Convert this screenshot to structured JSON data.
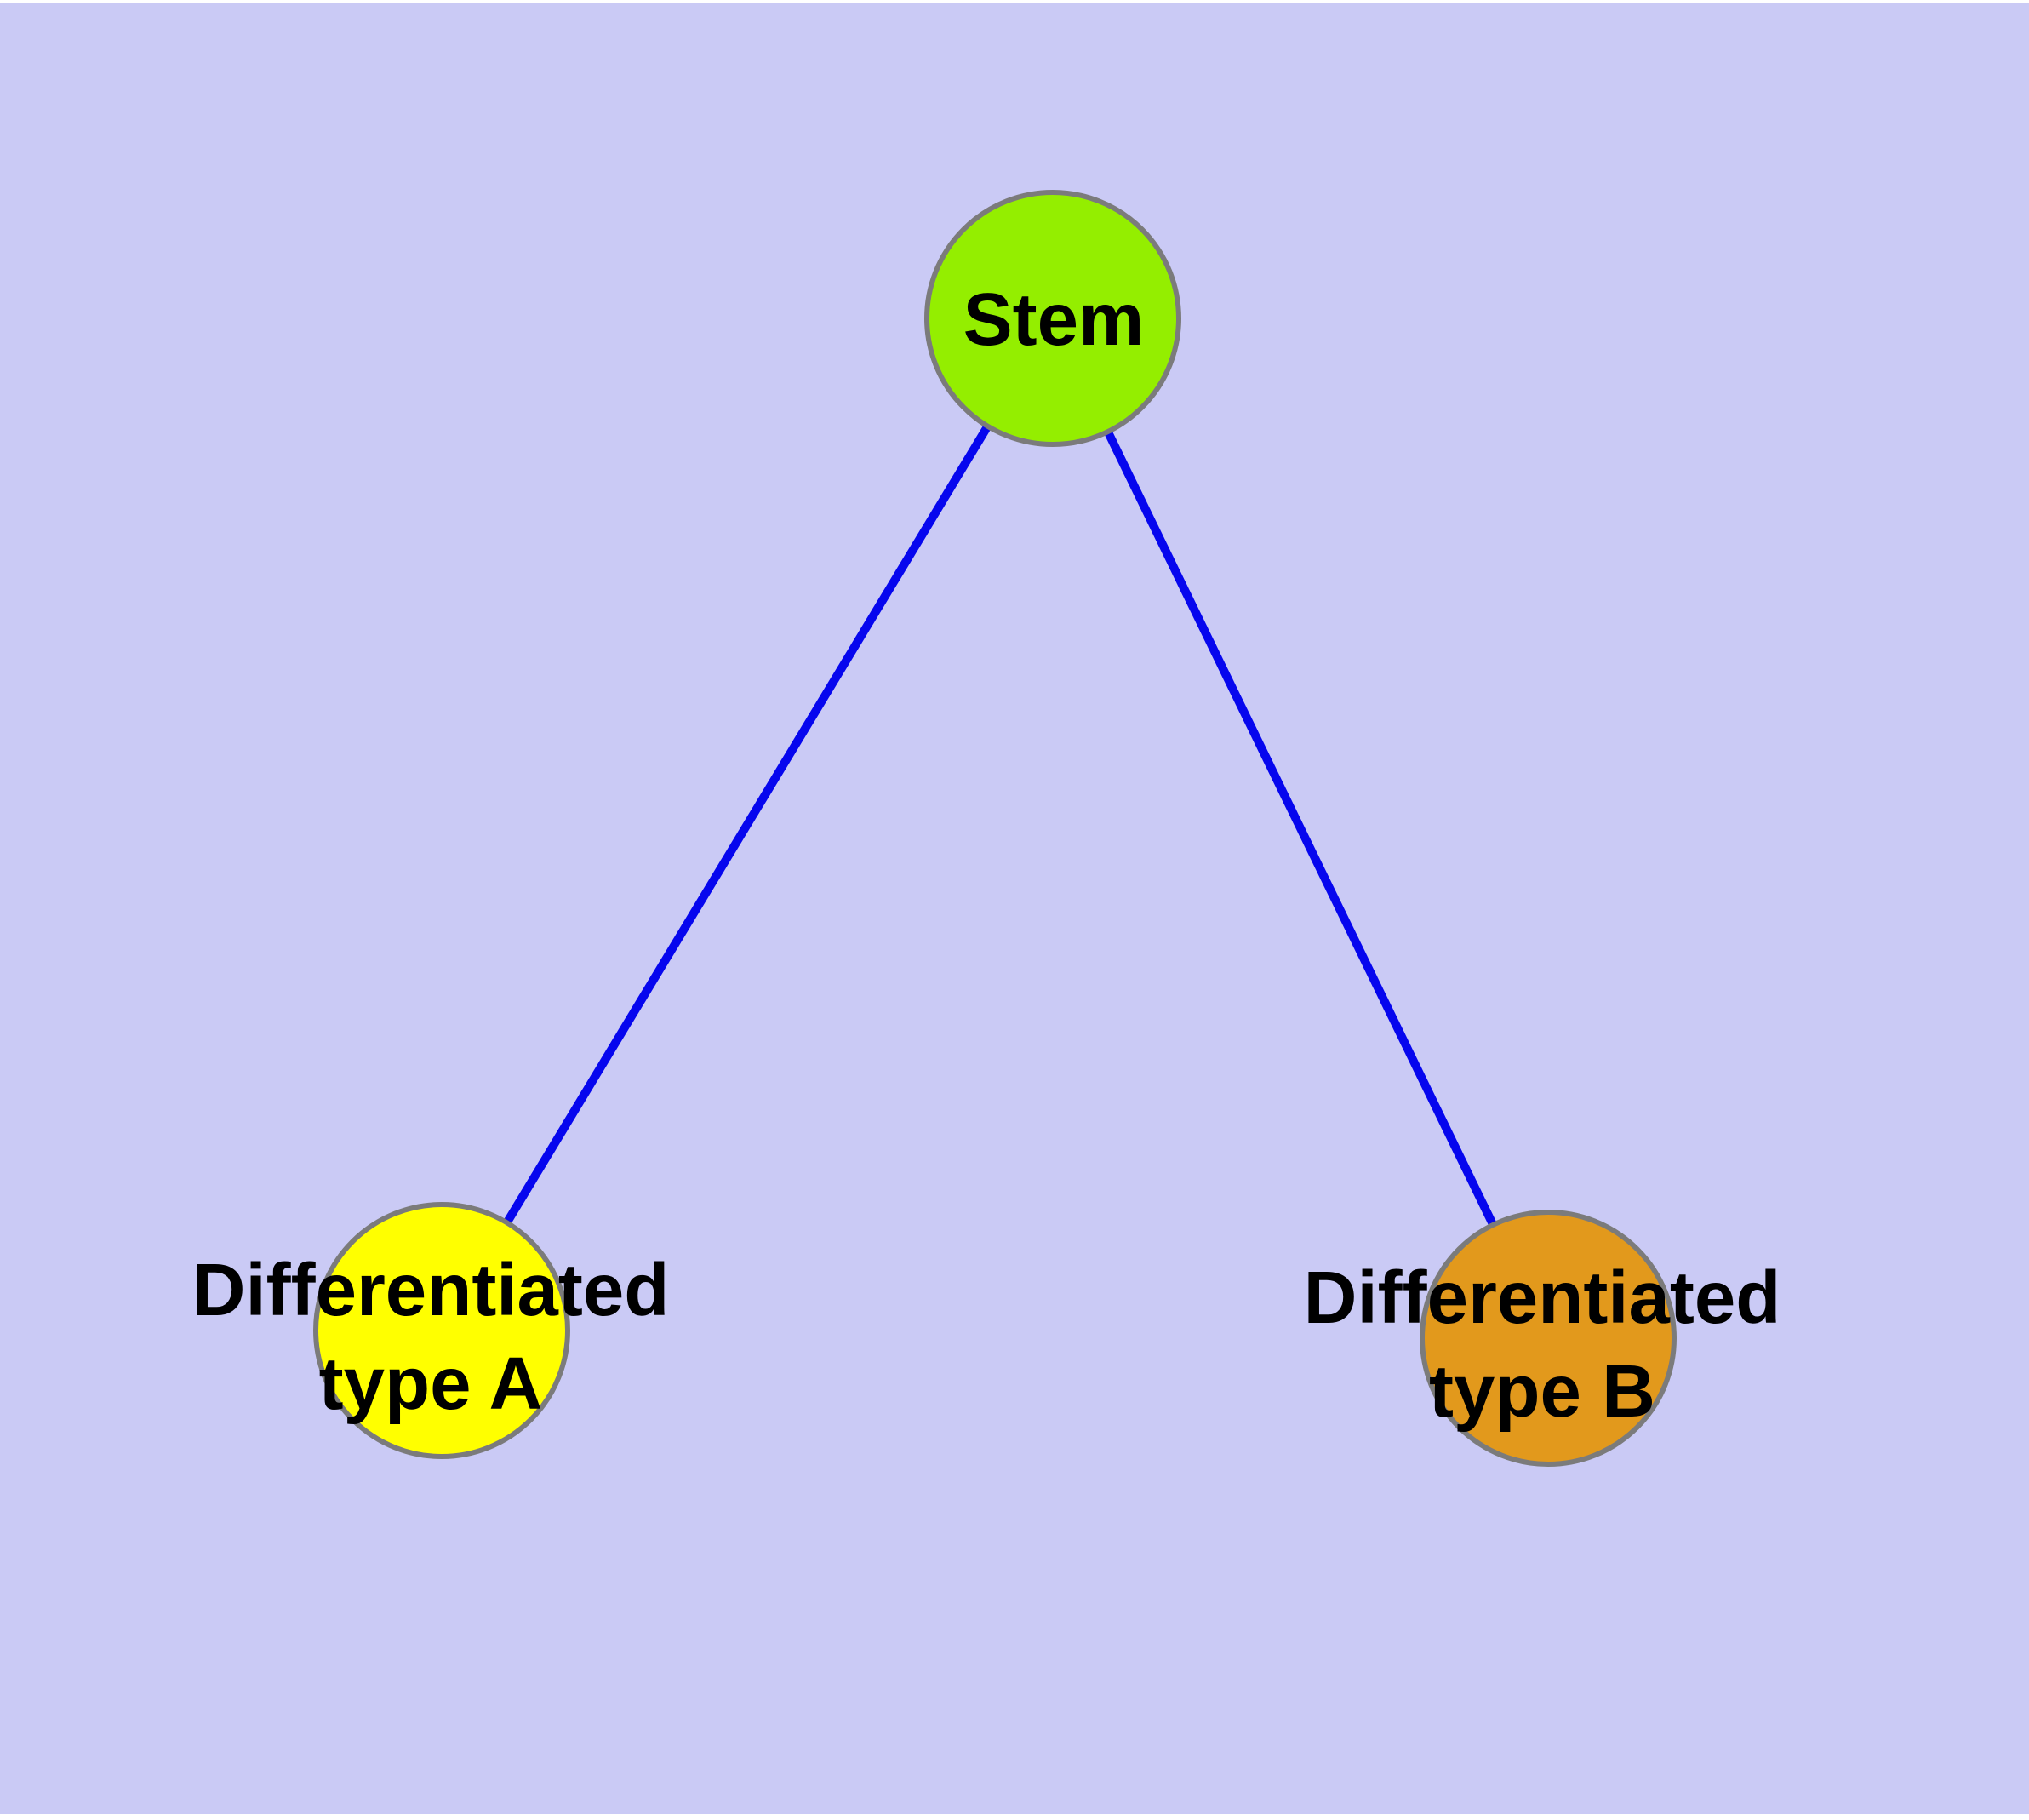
{
  "diagram": {
    "background_color": "#cacaf5",
    "edge_color": "#0606ee",
    "node_border_color": "#7b7b7b",
    "text_color": "#000000",
    "nodes": [
      {
        "id": "stem",
        "label": "Stem",
        "fill": "#94ee00"
      },
      {
        "id": "type-a",
        "label": "Differentiated\ntype A",
        "fill": "#ffff00"
      },
      {
        "id": "type-b",
        "label": "Differentiated\ntype B",
        "fill": "#e2991c"
      }
    ],
    "edges": [
      {
        "from": "stem",
        "to": "type-a"
      },
      {
        "from": "stem",
        "to": "type-b"
      }
    ]
  }
}
